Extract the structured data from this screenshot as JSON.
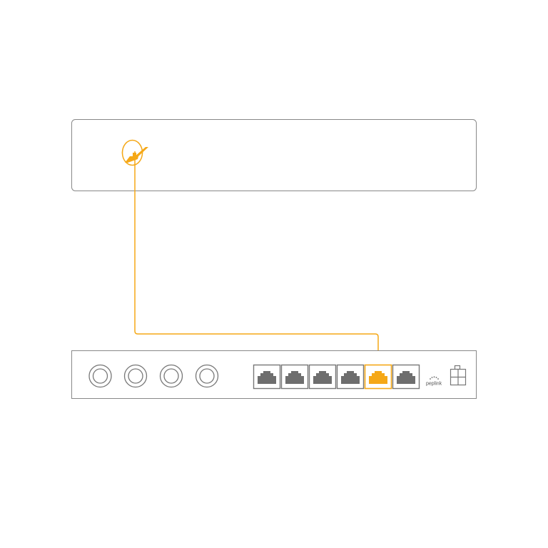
{
  "diagram": {
    "top_device": {
      "port_icon": "antenna-icon",
      "port_state": "active"
    },
    "cable": {
      "state": "connected"
    },
    "bottom_device": {
      "brand": "peplink",
      "antenna_connectors": [
        "connector",
        "connector",
        "connector",
        "connector"
      ],
      "ethernet_ports": [
        {
          "icon": "ethernet-port-icon",
          "active": false
        },
        {
          "icon": "ethernet-port-icon",
          "active": false
        },
        {
          "icon": "ethernet-port-icon",
          "active": false
        },
        {
          "icon": "ethernet-port-icon",
          "active": false
        },
        {
          "icon": "ethernet-port-icon",
          "active": true
        },
        {
          "icon": "ethernet-port-icon",
          "active": false
        }
      ],
      "power_icon": "power-connector-icon"
    }
  },
  "colors": {
    "accent": "#F5A817",
    "outline": "#777777",
    "port_fill": "#6E6E6E",
    "background": "#FFFFFF"
  }
}
